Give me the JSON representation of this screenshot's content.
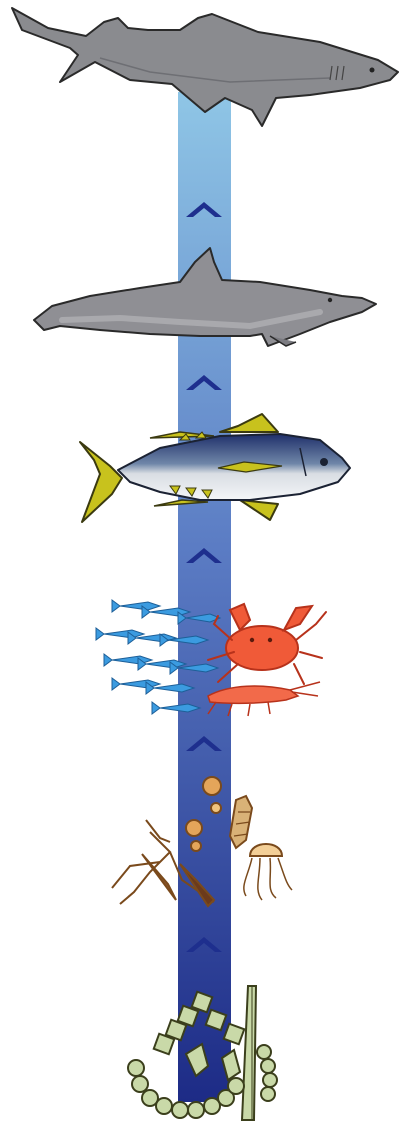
{
  "diagram": {
    "levels": [
      {
        "id": "shark",
        "label": ""
      },
      {
        "id": "dolphin",
        "label": ""
      },
      {
        "id": "tuna",
        "label": ""
      },
      {
        "id": "fish-crab-shrimp",
        "label": ""
      },
      {
        "id": "zooplankton",
        "label": ""
      },
      {
        "id": "phytoplankton",
        "label": ""
      }
    ],
    "arrows": 5,
    "colors": {
      "column_top": "#8fc6e6",
      "column_mid": "#5b7cc4",
      "column_bottom": "#1d2b86",
      "chevron": "#1e2f8e",
      "shark": "#8a8b8f",
      "dolphin": "#8f8f94",
      "tuna_back": "#1f2f6a",
      "tuna_fin": "#c8c21d",
      "small_fish": "#3b9be0",
      "crab": "#f05a38",
      "zooplankton": "#e4a55a",
      "phytoplankton": "#c9d9a8"
    }
  }
}
